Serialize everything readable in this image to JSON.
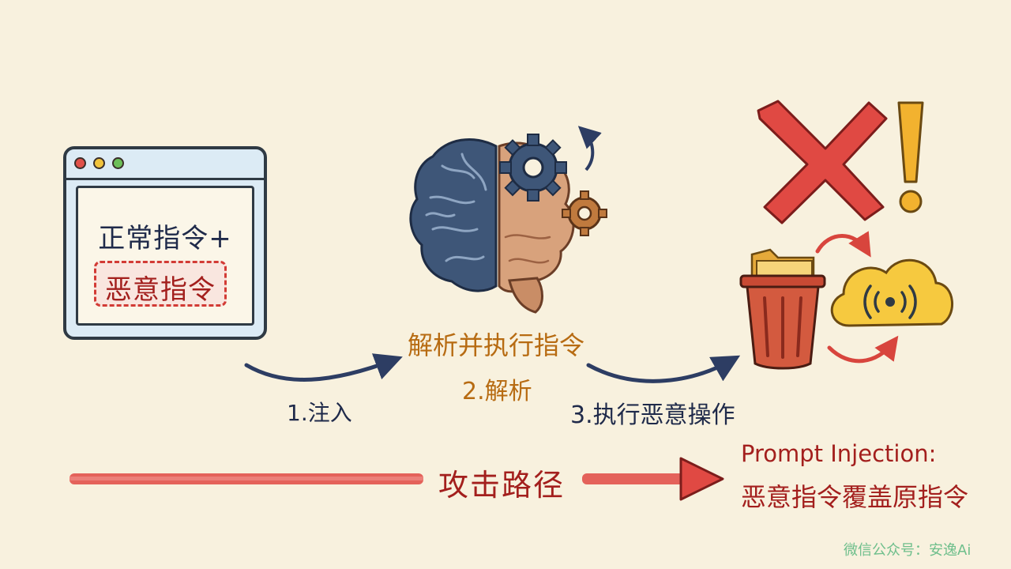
{
  "browser": {
    "normal_instruction": "正常指令+",
    "malicious_instruction": "恶意指令"
  },
  "steps": {
    "inject": "1.注入",
    "parse_title": "解析并执行指令",
    "parse": "2.解析",
    "execute": "3.执行恶意操作"
  },
  "attack_path": {
    "label": "攻击路径"
  },
  "prompt_injection": {
    "title": "Prompt Injection:",
    "description": "恶意指令覆盖原指令"
  },
  "watermark": {
    "text": "微信公众号：安逸Ai"
  },
  "icons": {
    "brain": "brain-icon",
    "gears": "gear-icon",
    "cross": "red-x-icon",
    "warning": "exclamation-icon",
    "trash": "trash-can-icon",
    "folder": "folder-icon",
    "cloud": "cloud-icon"
  },
  "colors": {
    "background": "#f8f1de",
    "dark_ink": "#1f2a4a",
    "danger": "#a31f1d",
    "accent": "#b76b12",
    "arrow_red": "#e04943"
  }
}
